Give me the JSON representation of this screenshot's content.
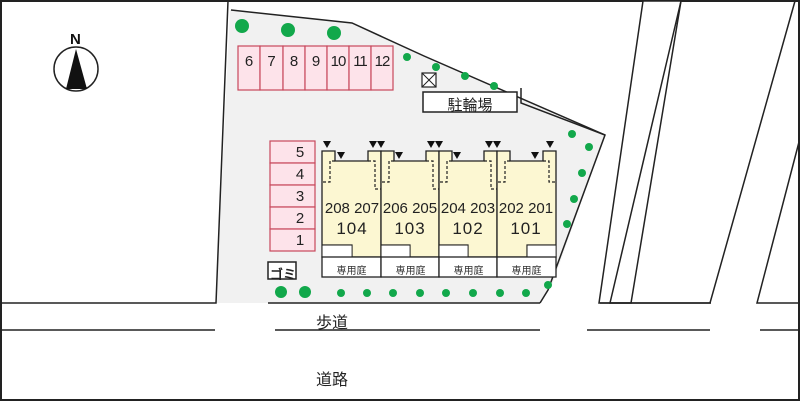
{
  "compass": {
    "label": "N",
    "icon": "north-arrow-icon"
  },
  "colors": {
    "site_fill": "#f1f1f1",
    "parking_fill": "#fde3ea",
    "parking_stroke": "#c8485c",
    "building_fill": "#fcf7d2",
    "tree": "#12a84b",
    "line": "#222222"
  },
  "parking_top": {
    "stalls": [
      "6",
      "7",
      "8",
      "9",
      "10",
      "11",
      "12"
    ]
  },
  "parking_left": {
    "stalls": [
      "5",
      "4",
      "3",
      "2",
      "1"
    ]
  },
  "bicycle_parking": {
    "label": "駐輪場"
  },
  "trash": {
    "label": "ゴミ"
  },
  "building": {
    "units": [
      {
        "upper": "208 207",
        "lower": "104",
        "garden": "専用庭"
      },
      {
        "upper": "206 205",
        "lower": "103",
        "garden": "専用庭"
      },
      {
        "upper": "204 203",
        "lower": "102",
        "garden": "専用庭"
      },
      {
        "upper": "202 201",
        "lower": "101",
        "garden": "専用庭"
      }
    ]
  },
  "sidewalk": {
    "label": "歩道"
  },
  "road": {
    "label": "道路"
  }
}
